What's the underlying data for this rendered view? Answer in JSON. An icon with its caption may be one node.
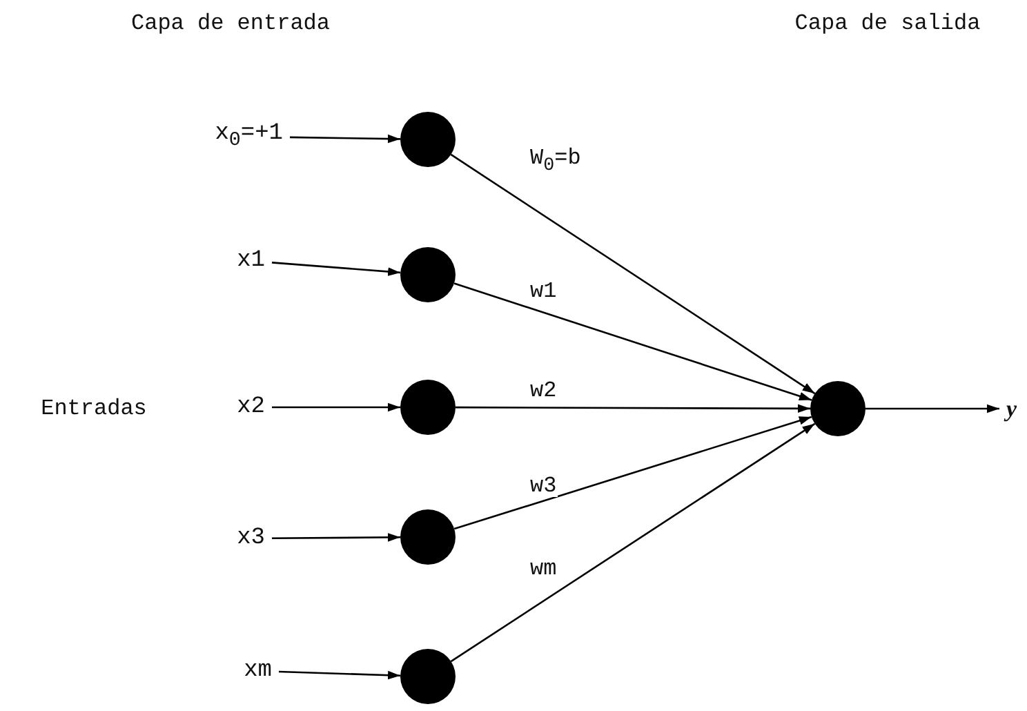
{
  "diagram": {
    "nodes": [
      {
        "text": [
          "x$_{0}$=+1"
        ]
      },
      {
        "text": [],
        "shape": "circle"
      },
      {
        "text": [
          "x1"
        ]
      },
      {
        "text": [],
        "shape": "circle"
      },
      {
        "text": [
          "x2"
        ]
      },
      {
        "text": [],
        "shape": "circle"
      },
      {
        "text": [
          "x3"
        ]
      },
      {
        "text": [],
        "shape": "circle"
      },
      {
        "text": [
          "xm"
        ]
      },
      {
        "text": [],
        "shape": "circle"
      },
      {
        "text": [],
        "shape": "circle"
      },
      {
        "text": [
          "y"
        ]
      }
    ],
    "edges": [
      {
        "from": 0,
        "to": 1,
        "arrow": "to"
      },
      {
        "from": 1,
        "to": 10,
        "arrow": "to",
        "label": "W$_{0}$=b"
      },
      {
        "from": 2,
        "to": 3,
        "arrow": "to"
      },
      {
        "from": 3,
        "to": 10,
        "arrow": "to",
        "label": "w1"
      },
      {
        "from": 4,
        "to": 5,
        "arrow": "to"
      },
      {
        "from": 5,
        "to": 10,
        "arrow": "to",
        "label": "w2"
      },
      {
        "from": 6,
        "to": 7,
        "arrow": "to"
      },
      {
        "from": 7,
        "to": 10,
        "arrow": "to",
        "label": "w3"
      },
      {
        "from": 8,
        "to": 9,
        "arrow": "to"
      },
      {
        "from": 9,
        "to": 10,
        "arrow": "to",
        "label": "wm"
      },
      {
        "from": 10,
        "to": 11,
        "arrow": "to"
      }
    ],
    "labels": [
      "Capa de entrada",
      "Capa de salida",
      "Entradas"
    ]
  }
}
